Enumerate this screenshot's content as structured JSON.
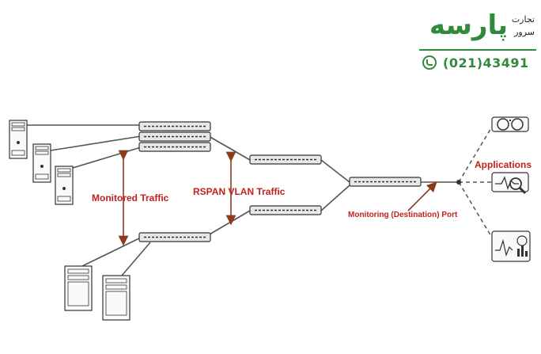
{
  "logo": {
    "brand_text": "پارسه",
    "tagline_top": "تجارت",
    "tagline_bottom": "سرور",
    "phone": "(021)43491",
    "brand_color": "#2f8a3c"
  },
  "labels": {
    "monitored_traffic": "Monitored Traffic",
    "rspan_vlan_traffic": "RSPAN VLAN Traffic",
    "monitoring_port": "Monitoring (Destination) Port",
    "applications": "Applications"
  },
  "colors": {
    "accent_red": "#c0211f",
    "arrow_brown": "#8b3a1a",
    "line_gray": "#555555"
  },
  "icons": [
    "server-icon",
    "switch-icon",
    "binoculars-icon",
    "magnifier-waveform-icon",
    "analytics-dashboard-icon",
    "phone-icon"
  ]
}
